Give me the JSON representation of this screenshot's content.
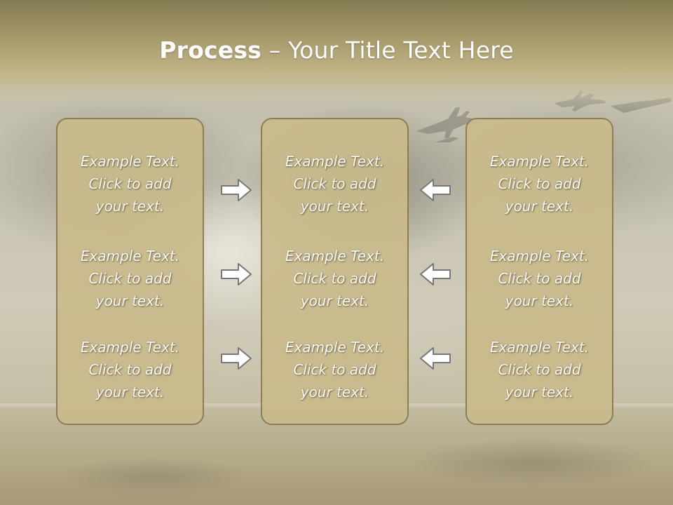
{
  "title": {
    "bold": "Process",
    "rest": " – Your Title Text Here"
  },
  "panels": [
    {
      "cells": [
        {
          "line1": "Example Text.",
          "line2": "Click  to add",
          "line3": "your text."
        },
        {
          "line1": "Example Text.",
          "line2": "Click  to add",
          "line3": "your text."
        },
        {
          "line1": "Example Text.",
          "line2": "Click  to add",
          "line3": "your text."
        }
      ]
    },
    {
      "cells": [
        {
          "line1": "Example Text.",
          "line2": "Click  to add",
          "line3": "your text."
        },
        {
          "line1": "Example Text.",
          "line2": "Click  to add",
          "line3": "your text."
        },
        {
          "line1": "Example Text.",
          "line2": "Click  to add",
          "line3": "your text."
        }
      ]
    },
    {
      "cells": [
        {
          "line1": "Example Text.",
          "line2": "Click  to add",
          "line3": "your text."
        },
        {
          "line1": "Example Text.",
          "line2": "Click  to add",
          "line3": "your text."
        },
        {
          "line1": "Example Text.",
          "line2": "Click  to add",
          "line3": "your text."
        }
      ]
    }
  ],
  "arrows": {
    "left_column": [
      "right-arrow-icon",
      "right-arrow-icon",
      "right-arrow-icon"
    ],
    "right_column": [
      "left-arrow-icon",
      "left-arrow-icon",
      "left-arrow-icon"
    ]
  },
  "colors": {
    "title_band": "#a79b6c",
    "panel_fill": "#c9bb8b",
    "panel_border": "#877a52",
    "text": "#ffffff",
    "arrow_fill": "#ffffff",
    "arrow_stroke": "#777777"
  }
}
